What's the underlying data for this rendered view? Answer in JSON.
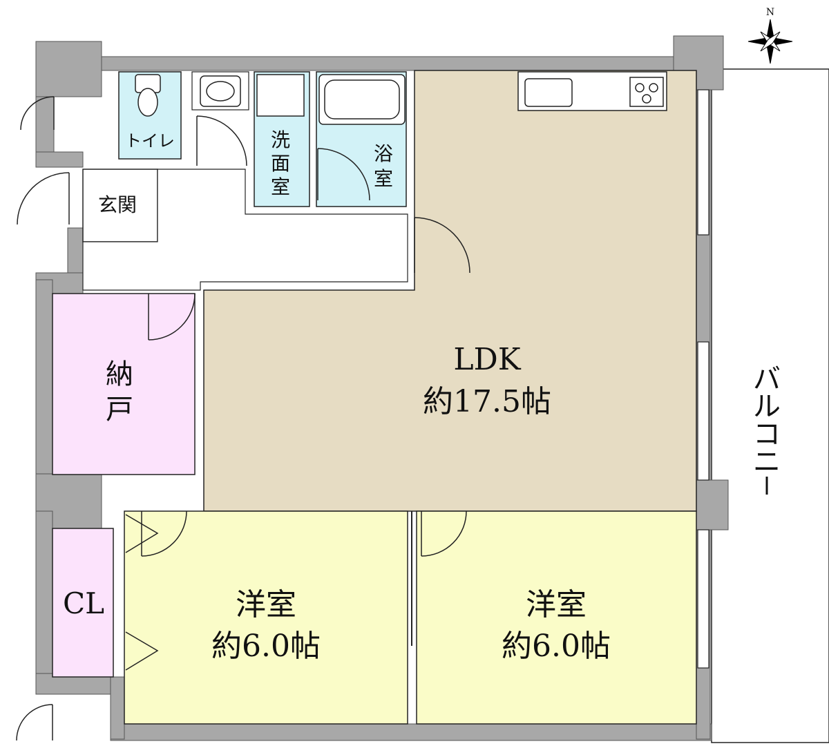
{
  "compass": {
    "north_label": "N"
  },
  "rooms": {
    "toilet": {
      "label": "トイレ"
    },
    "washroom": {
      "label_lines": [
        "洗",
        "面",
        "室"
      ]
    },
    "bath": {
      "label_lines": [
        "浴",
        "室"
      ]
    },
    "entrance": {
      "label": "玄関"
    },
    "storage": {
      "label_lines": [
        "納",
        "戸"
      ]
    },
    "ldk": {
      "name": "LDK",
      "size": "約17.5帖"
    },
    "closet": {
      "label": "CL"
    },
    "western_room_1": {
      "name": "洋室",
      "size": "約6.0帖"
    },
    "western_room_2": {
      "name": "洋室",
      "size": "約6.0帖"
    },
    "balcony": {
      "label_chars": [
        "バ",
        "ル",
        "コ",
        "ニ",
        "ー"
      ]
    }
  },
  "colors": {
    "wall": "#a8a8a8",
    "ldk": "#e6dcc3",
    "storage": "#fce3fc",
    "closet": "#fce3fc",
    "western": "#fafcc8",
    "water": "#d2f2f7",
    "hall": "#ffffff"
  }
}
